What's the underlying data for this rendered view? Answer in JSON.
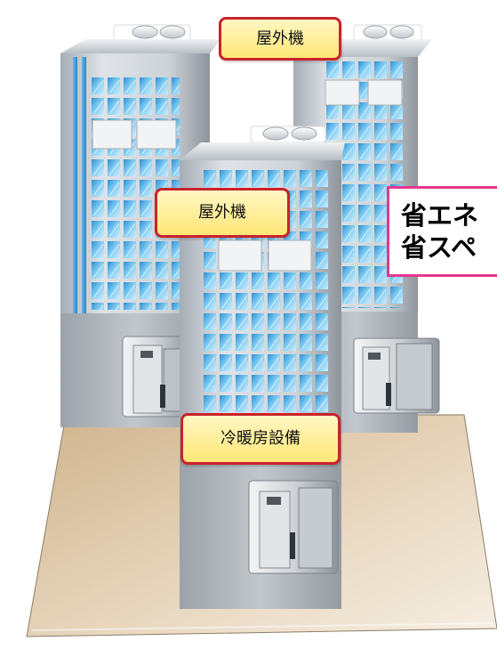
{
  "labels": {
    "outdoor_unit_top": "屋外機",
    "outdoor_unit_middle": "屋外機",
    "hvac_equipment": "冷暖房設備"
  },
  "message": {
    "line1": "省エネ",
    "line2": "省スペ"
  },
  "colors": {
    "callout_border": "#c8232c",
    "callout_fill": "#ffe777",
    "message_border": "#e7358f",
    "window_blue": "#57b4e8",
    "building_gray": "#c8ccd1",
    "ground": "#d9c2a0"
  }
}
